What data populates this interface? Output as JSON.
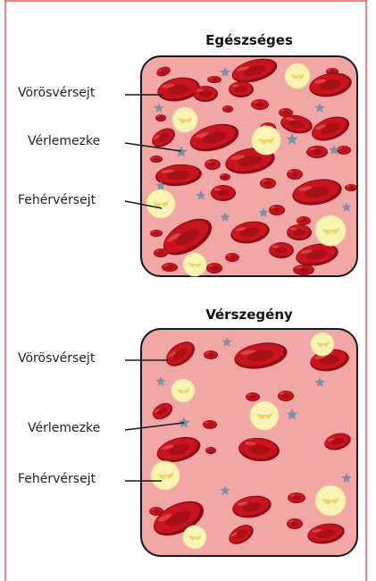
{
  "panels": [
    {
      "title": "Egészséges",
      "labels": [
        "Vörösvérsejt",
        "Vérlemezke",
        "Fehérvérsejt"
      ]
    },
    {
      "title": "Vérszegény",
      "labels": [
        "Vörösvérsejt",
        "Vérlemezke",
        "Fehérvérsejt"
      ]
    }
  ],
  "colors": {
    "frame": "#e23a3a",
    "plasma": "#f2a7a7",
    "box_border": "#1a1a1a",
    "rbc": "#c8141e",
    "rbc_dark": "#8e0c14",
    "rbc_light": "#e25555",
    "wbc": "#fbf3b4",
    "wbc_nucleus": "#e9d86a",
    "platelet": "#7e8fa8"
  }
}
